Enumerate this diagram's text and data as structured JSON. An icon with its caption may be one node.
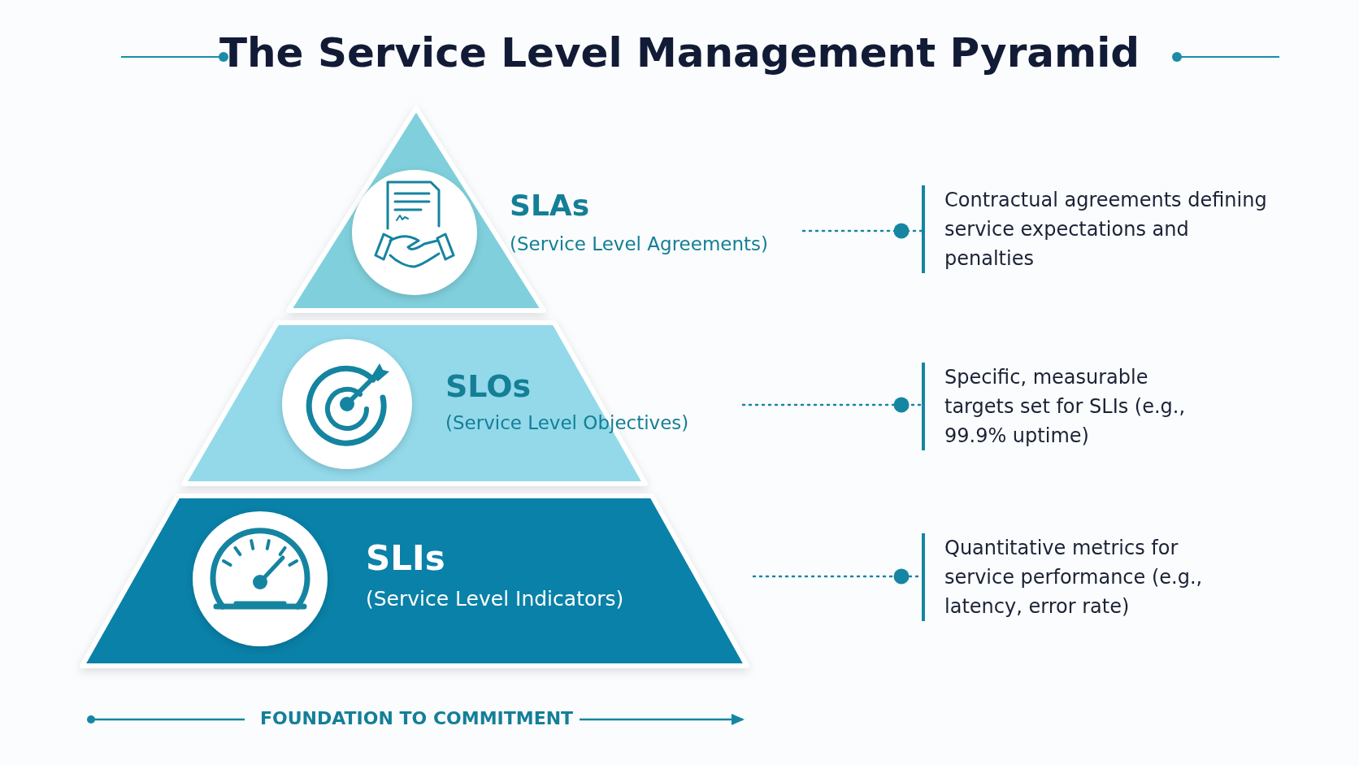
{
  "diagram": {
    "title": "The Service Level Management Pyramid",
    "nodes": [
      {
        "text": [
          "SLAs",
          "(Service Level Agreements)"
        ]
      },
      {
        "text": [
          "SLOs",
          "(Service Level Objectives)"
        ]
      },
      {
        "text": [
          "SLIs",
          "(Service Level Indicators)"
        ]
      },
      {
        "text": [
          "Contractual agreements defining service expectations and penalties"
        ]
      },
      {
        "text": [
          "Specific, measurable targets set for SLIs (e.g., 99.9% uptime)"
        ]
      },
      {
        "text": [
          "Quantitative metrics for service performance (e.g., latency, error rate)"
        ]
      }
    ],
    "edges": [
      {
        "from": 0,
        "to": 3,
        "arrow": "other",
        "style": "dashed"
      },
      {
        "from": 1,
        "to": 4,
        "arrow": "other",
        "style": "dashed"
      },
      {
        "from": 2,
        "to": 5,
        "arrow": "other",
        "style": "dashed"
      }
    ],
    "labels": [
      "FOUNDATION TO COMMITMENT"
    ]
  }
}
